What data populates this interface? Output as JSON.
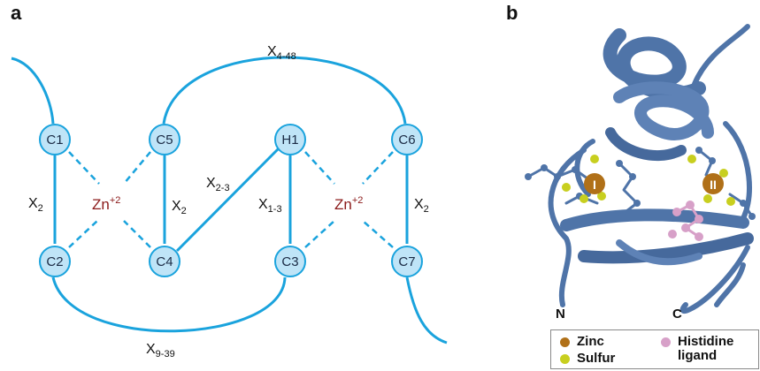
{
  "panels": {
    "a": "a",
    "b": "b"
  },
  "nodes": [
    {
      "id": "C1",
      "label": "C1"
    },
    {
      "id": "C5",
      "label": "C5"
    },
    {
      "id": "H1",
      "label": "H1"
    },
    {
      "id": "C6",
      "label": "C6"
    },
    {
      "id": "C2",
      "label": "C2"
    },
    {
      "id": "C4",
      "label": "C4"
    },
    {
      "id": "C3",
      "label": "C3"
    },
    {
      "id": "C7",
      "label": "C7"
    }
  ],
  "spacers": {
    "top": {
      "base": "X",
      "sub": "4-48"
    },
    "bottom": {
      "base": "X",
      "sub": "9-39"
    },
    "c1_c2": {
      "base": "X",
      "sub": "2"
    },
    "c5_c4": {
      "base": "X",
      "sub": "2"
    },
    "c4_h1": {
      "base": "X",
      "sub": "2-3"
    },
    "h1_c3": {
      "base": "X",
      "sub": "1-3"
    },
    "c6_c7": {
      "base": "X",
      "sub": "2"
    }
  },
  "zinc": {
    "base": "Zn",
    "sup": "+2"
  },
  "structure": {
    "n_term": "N",
    "c_term": "C",
    "site1": "I",
    "site2": "II"
  },
  "legend": {
    "zinc": "Zinc",
    "sulfur": "Sulfur",
    "histidine": "Histidine\nligand"
  },
  "colors": {
    "line": "#1aa3dd",
    "node_fill": "#bfe4f7",
    "zinc_text": "#8b1a1a",
    "ribbon": "#4f74a8",
    "zinc_ball": "#b07018",
    "sulfur": "#c8cf1f",
    "histidine": "#d7a0c8"
  }
}
